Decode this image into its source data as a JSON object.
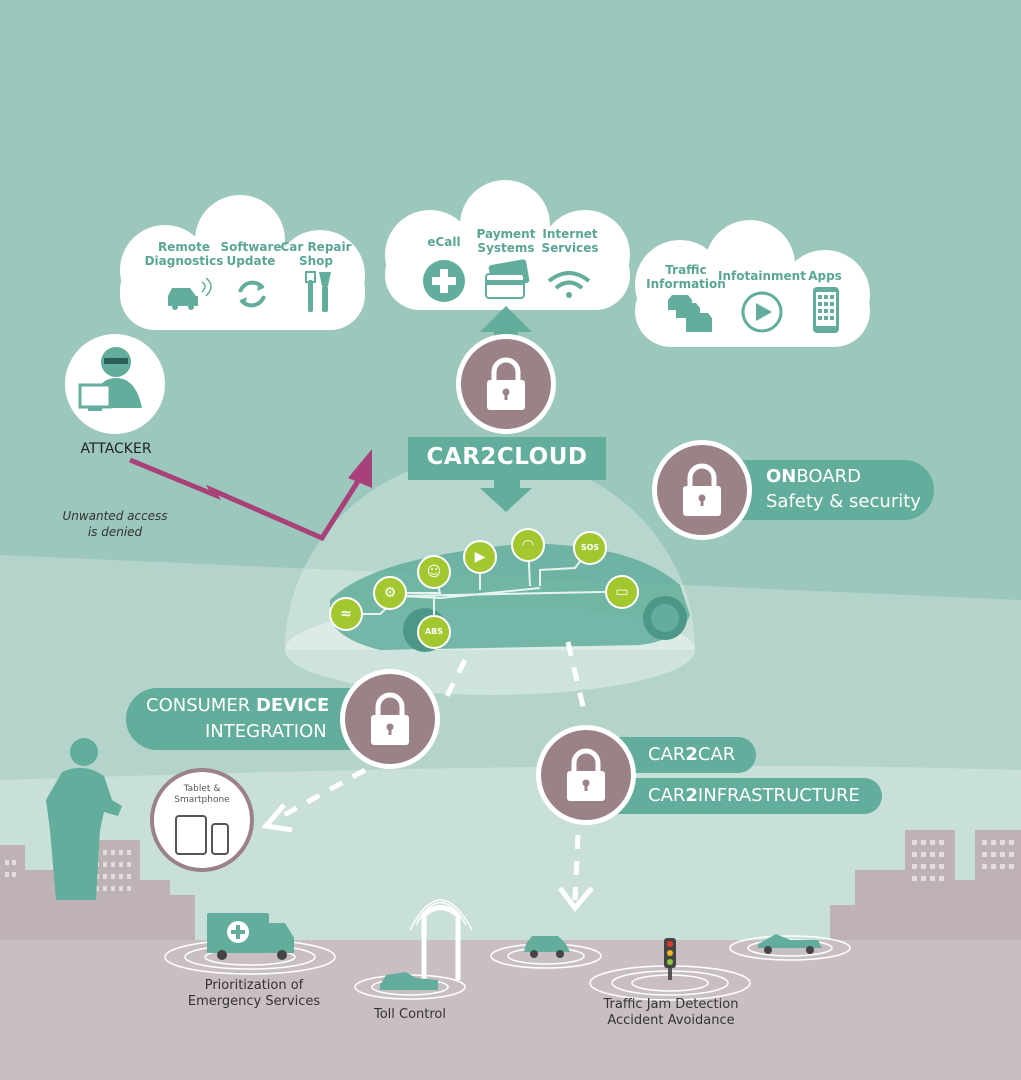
{
  "clouds": {
    "left": {
      "items": [
        {
          "label": "Remote\nDiagnostics",
          "icon": "car-signal-icon"
        },
        {
          "label": "Software\nUpdate",
          "icon": "refresh-icon"
        },
        {
          "label": "Car Repair\nShop",
          "icon": "tools-icon"
        }
      ]
    },
    "center": {
      "items": [
        {
          "label": "eCall",
          "icon": "medical-cross-icon"
        },
        {
          "label": "Payment\nSystems",
          "icon": "credit-card-icon"
        },
        {
          "label": "Internet\nServices",
          "icon": "wifi-icon"
        }
      ]
    },
    "right": {
      "items": [
        {
          "label": "Traffic\nInformation",
          "icon": "traffic-cars-icon"
        },
        {
          "label": "Infotainment",
          "icon": "play-icon"
        },
        {
          "label": "Apps",
          "icon": "smartphone-apps-icon"
        }
      ]
    }
  },
  "car2cloud": {
    "label": "CAR2CLOUD"
  },
  "attacker": {
    "label": "ATTACKER",
    "note": "Unwanted access\nis denied"
  },
  "onboard": {
    "bold": "ON",
    "rest": "BOARD",
    "subtitle": "Safety & security"
  },
  "consumer": {
    "line1_plain": "CONSUMER ",
    "line1_bold": "DEVICE",
    "line2": "INTEGRATION"
  },
  "tablet": {
    "label": "Tablet &\nSmartphone"
  },
  "car2car": {
    "a": "CAR",
    "b": "2",
    "c": "CAR"
  },
  "car2infra": {
    "a": "CAR",
    "b": "2",
    "c": "INFRASTRUCTURE"
  },
  "car_ecus": [
    {
      "icon": "car-sensor-icon"
    },
    {
      "icon": "engine-icon"
    },
    {
      "icon": "airbag-icon"
    },
    {
      "icon": "media-play-icon"
    },
    {
      "icon": "signal-icon"
    },
    {
      "icon": "sos-icon"
    },
    {
      "icon": "battery-icon"
    },
    {
      "icon": "abs-icon",
      "label": "ABS"
    }
  ],
  "ground": {
    "emergency": "Prioritization of\nEmergency Services",
    "toll": "Toll Control",
    "traffic": "Traffic Jam Detection\nAccident Avoidance"
  },
  "colors": {
    "sky": "#9cc7bc",
    "teal": "#62ad9b",
    "lock_circle": "#9a8286",
    "ecu_green": "#a3c82f",
    "attack_line": "#a8407a",
    "ground": "#c9bfc2",
    "buildings": "#bfb2b5"
  }
}
